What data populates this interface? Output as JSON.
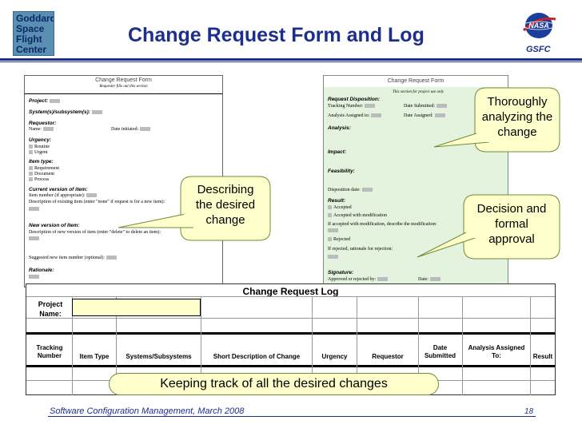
{
  "header": {
    "logo_lines": [
      "Goddard",
      "Space",
      "Flight",
      "Center"
    ],
    "title": "Change Request Form and Log",
    "org": "GSFC",
    "nasa_text": "NASA"
  },
  "form_left": {
    "header": "Change Request Form",
    "subheader": "Requester fills out this section",
    "project": "Project:",
    "system": "System(s)/subsystem(s):",
    "requestor": "Requestor:",
    "name": "Name:",
    "date_initiated": "Date initiated:",
    "urgency": "Urgency:",
    "urgency_options": [
      "Routine",
      "Urgent"
    ],
    "item_type": "Item type:",
    "item_type_options": [
      "Requirement",
      "Document",
      "Process"
    ],
    "current_version": "Current version of item:",
    "item_number": "Item number (if appropriate):",
    "desc_existing": "Description of existing item (enter \"none\" if request is for a new item):",
    "new_version": "New version of Item:",
    "desc_new": "Description of new version of item (enter \"delete\" to delete an item):",
    "suggested_number": "Suggested new item number (optional):",
    "rationale": "Rationale:"
  },
  "form_right": {
    "header": "Change Request Form",
    "subheader": "This section for project use only",
    "disposition": "Request Disposition:",
    "tracking": "Tracking Number:",
    "date_submitted": "Date Submitted:",
    "analysis_assigned": "Analysis Assigned to:",
    "date_assigned": "Date Assigned:",
    "analysis": "Analysis:",
    "impact": "Impact:",
    "feasibility": "Feasibility:",
    "disposition_date": "Disposition date:",
    "result": "Result:",
    "accepted": "Accepted",
    "accepted_mod": "Accepted with modification",
    "if_accepted": "If accepted with modification, describe the modification:",
    "rejected": "Rejected",
    "if_rejected": "If rejected, rationale for rejection:",
    "signature": "Signature:",
    "approved_by": "Approved or rejected by:",
    "date": "Date:"
  },
  "callouts": {
    "describing": [
      "Describing",
      "the desired",
      "change"
    ],
    "analyzing": [
      "Thoroughly",
      "analyzing the",
      "change"
    ],
    "decision": [
      "Decision and",
      "formal",
      "approval"
    ],
    "tracking": "Keeping track of all the desired changes"
  },
  "log": {
    "title": "Change Request Log",
    "project_label": [
      "Project",
      "Name:"
    ],
    "columns": [
      [
        "Tracking",
        "Number"
      ],
      [
        "Item Type"
      ],
      [
        "Systems/Subsystems"
      ],
      [
        "Short Description of Change"
      ],
      [
        "Urgency"
      ],
      [
        "Requestor"
      ],
      [
        "Date",
        "Submitted"
      ],
      [
        "Analysis Assigned",
        "To:"
      ],
      [
        "Result"
      ]
    ]
  },
  "footer": {
    "text": "Software Configuration Management, March 2008",
    "page": "18"
  },
  "colors": {
    "title_blue": "#1d2f8c",
    "callout_fill": "#ffffcc",
    "form_green": "#e3f3de"
  }
}
